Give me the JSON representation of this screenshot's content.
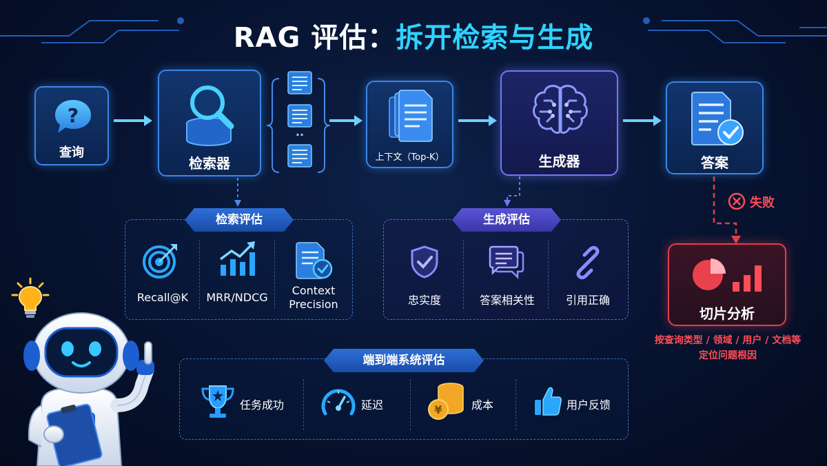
{
  "title": {
    "part1": "RAG 评估：",
    "part2": "拆开检索与生成"
  },
  "pipeline": {
    "query": "查询",
    "retriever": "检索器",
    "dots": "··",
    "context": "上下文（Top-K）",
    "generator": "生成器",
    "answer": "答案",
    "fail": "失败",
    "slice": "切片分析",
    "slice_note_line1": "按查询类型 / 领域 / 用户 / 文档等",
    "slice_note_line2": "定位问题根因"
  },
  "retrieval_eval": {
    "title": "检索评估",
    "metrics": [
      "Recall@K",
      "MRR/NDCG",
      "Context",
      "Precision"
    ]
  },
  "generation_eval": {
    "title": "生成评估",
    "metrics": [
      "忠实度",
      "答案相关性",
      "引用正确"
    ]
  },
  "e2e_eval": {
    "title": "端到端系统评估",
    "metrics": [
      "任务成功",
      "延迟",
      "成本",
      "用户反馈"
    ]
  },
  "colors": {
    "accent": "#2fd3ff",
    "box_border": "#3a86e8",
    "purple": "#6e7bf0",
    "fail_red": "#ff4d57"
  },
  "icons": [
    "question-bubble-icon",
    "search-database-icon",
    "document-icon",
    "stacked-documents-icon",
    "brain-icon",
    "answer-check-icon",
    "fail-x-icon",
    "pie-bar-chart-icon",
    "target-icon",
    "trend-chart-icon",
    "doc-check-icon",
    "shield-check-icon",
    "chat-bubble-icon",
    "link-icon",
    "trophy-icon",
    "speedometer-icon",
    "coins-icon",
    "thumbs-up-icon",
    "lightbulb-icon",
    "robot-mascot-icon"
  ]
}
